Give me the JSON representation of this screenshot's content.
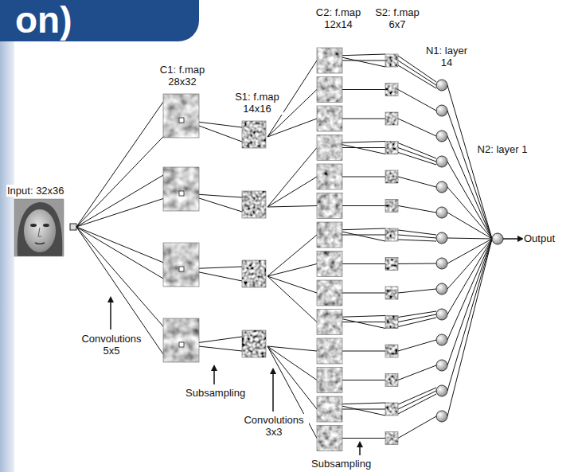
{
  "diagram": {
    "labels": [
      "on)",
      "C2: f.map 12x14",
      "S2: f.map 6x7",
      "N1: layer 14",
      "C1: f.map 28x32",
      "S1: f.map 14x16",
      "N2: layer 1",
      "Input: 32x36",
      "Output",
      "Convolutions 5x5",
      "Subsampling",
      "Convolutions 3x3",
      "Subsampling"
    ]
  }
}
